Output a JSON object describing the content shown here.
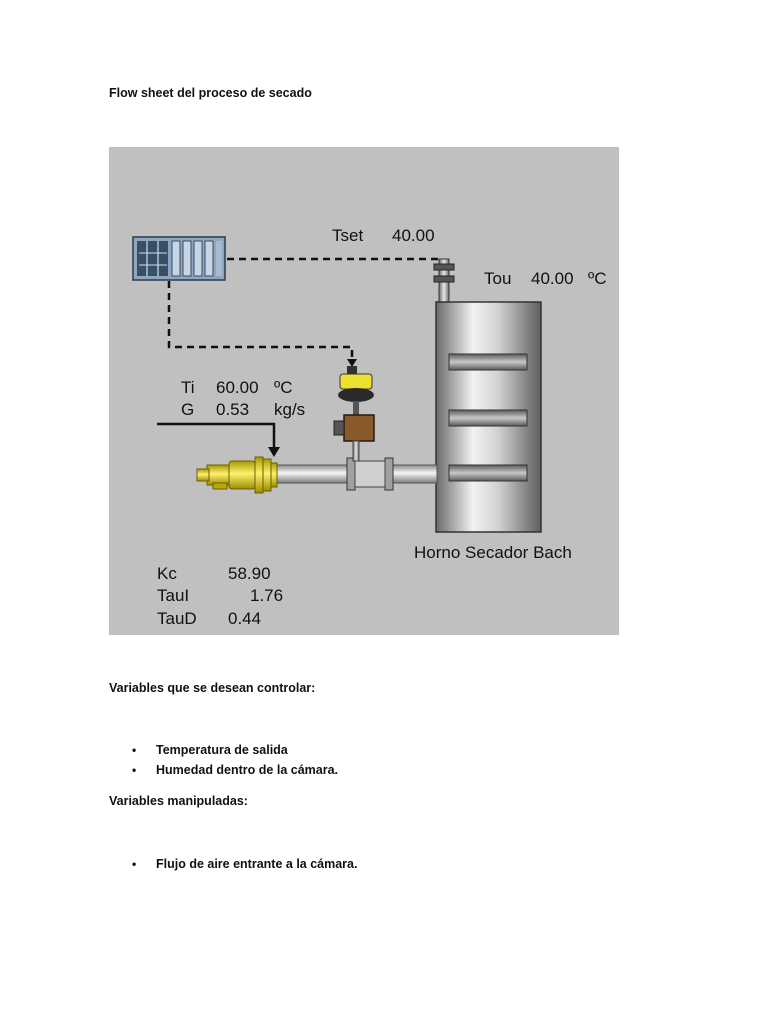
{
  "document": {
    "title": "Flow sheet del proceso de secado",
    "controlled_heading": "Variables que se desean controlar:",
    "controlled_items": [
      "Temperatura de salida",
      "Humedad  dentro de la cámara."
    ],
    "manipulated_heading": "Variables manipuladas:",
    "manipulated_items": [
      "Flujo de aire entrante a la cámara."
    ],
    "bullet_glyph": "•"
  },
  "diagram": {
    "tset_label": "Tset",
    "tset_value": "40.00",
    "tou_label": "Tou",
    "tou_value": "40.00",
    "tou_unit": "ºC",
    "ti_label": "Ti",
    "ti_value": "60.00",
    "ti_unit": "ºC",
    "g_label": "G",
    "g_value": "0.53",
    "g_unit": "kg/s",
    "oven_label": "Horno Secador Bach",
    "kc_label": "Kc",
    "kc_value": "58.90",
    "taui_label": "TauI",
    "taui_value": "1.76",
    "taud_label": "TauD",
    "taud_value": "0.44",
    "colors": {
      "background": "#c0c0c0",
      "tank": "#9a9a9a",
      "pipe": "#d8d8d8",
      "fan": "#e8dc18",
      "valve_body": "#8b5a2b",
      "controller": "#6a8aa8"
    }
  }
}
